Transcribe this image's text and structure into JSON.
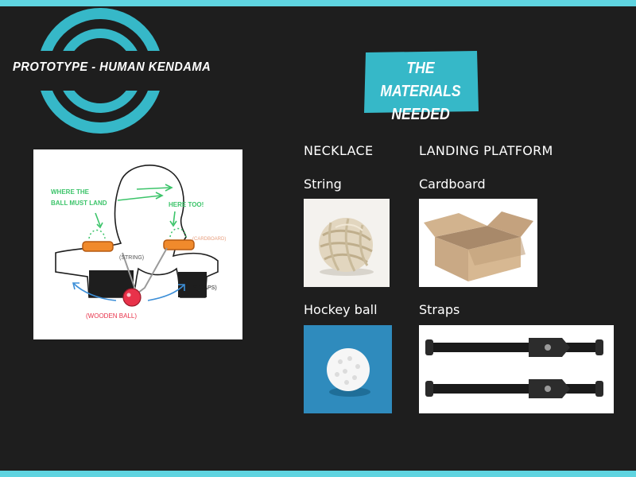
{
  "slide": {
    "title": "PROTOTYPE - HUMAN KENDAMA",
    "materials_heading": "THE MATERIALS NEEDED"
  },
  "sketch": {
    "label_where": "WHERE THE",
    "label_ball_must_land": "BALL MUST LAND",
    "label_here_too": "HERE TOO!",
    "label_string": "(STRING)",
    "label_cardboard": "(CARDBOARD)",
    "label_straps": "(STRAPS)",
    "label_wooden_ball": "(WOODEN BALL)"
  },
  "columns": {
    "necklace": {
      "heading": "NECKLACE",
      "items": [
        {
          "label": "String",
          "photo": "yarn-ball-photo"
        },
        {
          "label": "Hockey ball",
          "photo": "hockey-ball-photo"
        }
      ]
    },
    "landing_platform": {
      "heading": "LANDING PLATFORM",
      "items": [
        {
          "label": "Cardboard",
          "photo": "cardboard-box-photo"
        },
        {
          "label": "Straps",
          "photo": "straps-photo"
        }
      ]
    }
  },
  "colors": {
    "background": "#1e1e1e",
    "accent": "#5fd4e0",
    "banner": "#36b8c8",
    "sketch_green": "#3cc46a",
    "sketch_orange": "#f08a2c",
    "sketch_red": "#e8324a",
    "sketch_blue": "#3d8fd8"
  }
}
